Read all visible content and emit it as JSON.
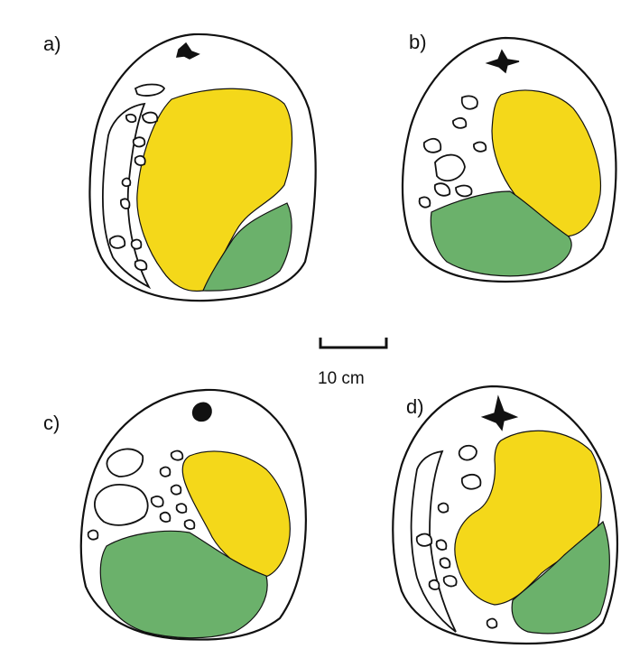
{
  "panels": [
    {
      "label": "a)"
    },
    {
      "label": "b)"
    },
    {
      "label": "c)"
    },
    {
      "label": "d)"
    }
  ],
  "scale_bar": {
    "label": "10 cm"
  },
  "colors": {
    "yellow_region": "#f4d81a",
    "green_region": "#6bb16b",
    "outline": "#111111",
    "background": "#ffffff"
  }
}
